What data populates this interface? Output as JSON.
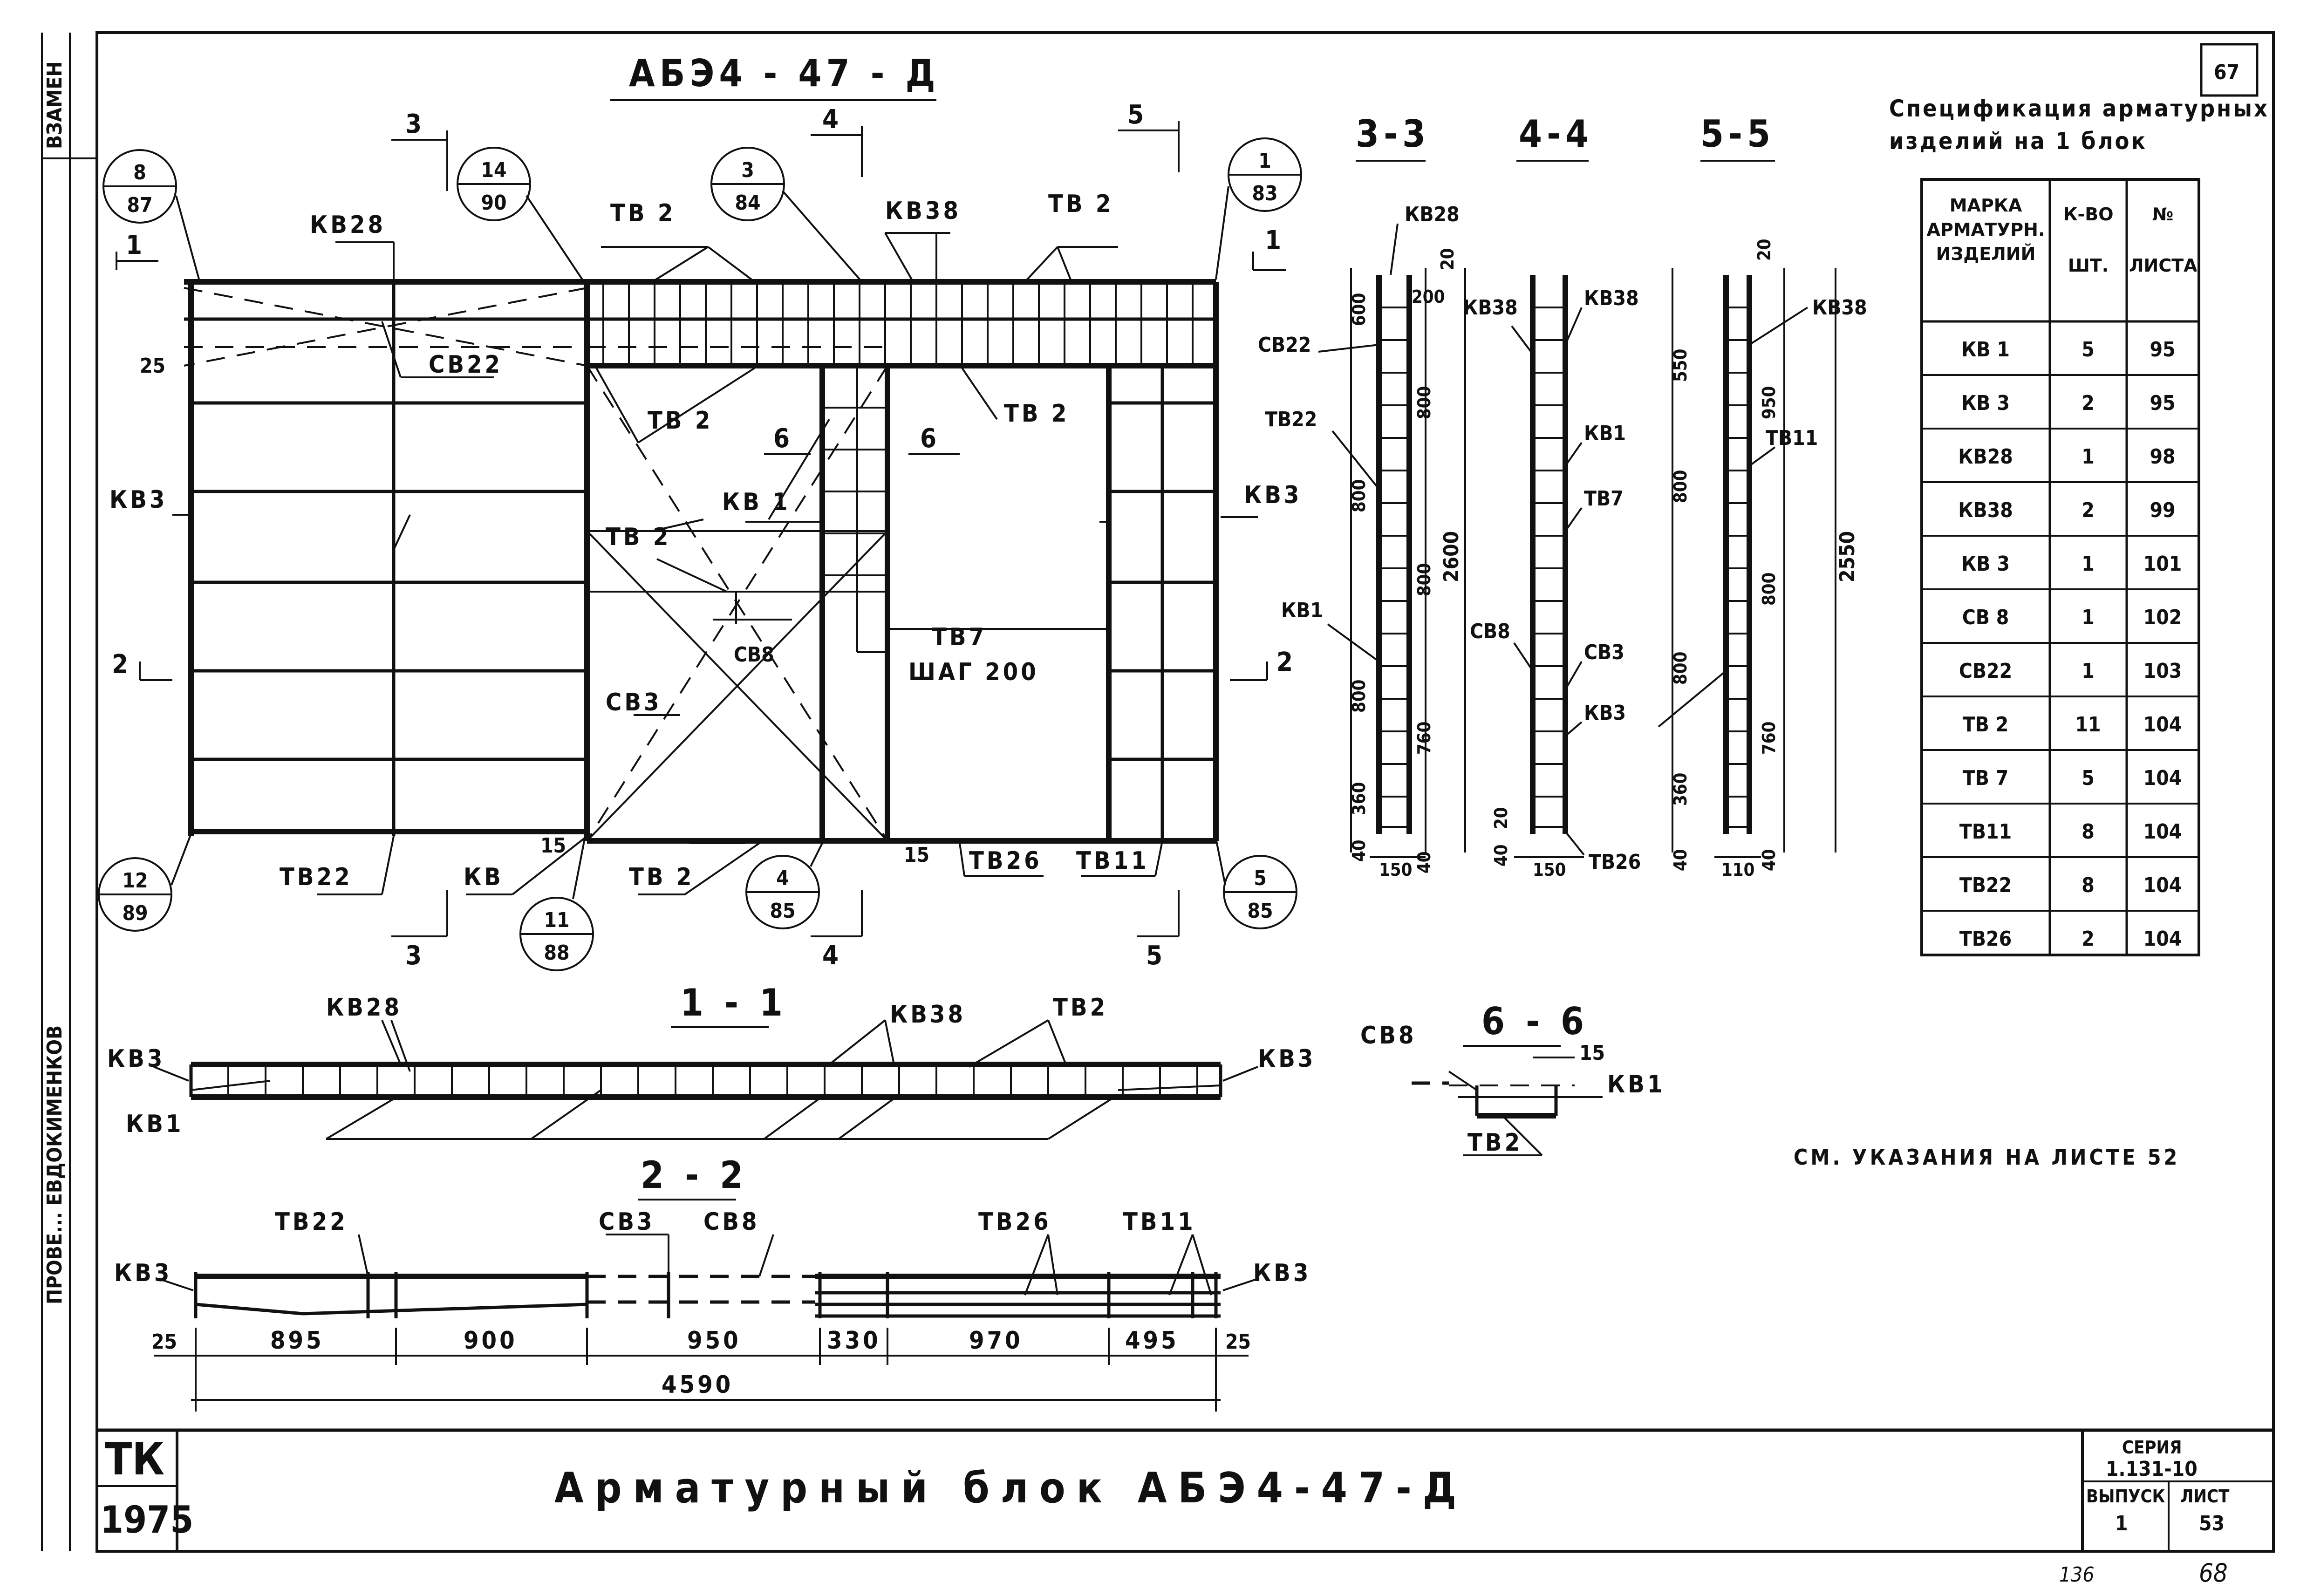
{
  "sheet_number": "67",
  "drawing_title": "АБЭ4 - 47 - Д",
  "section_labels": {
    "s33": "3-3",
    "s44": "4-4",
    "s55": "5-5",
    "s11": "1 - 1",
    "s22": "2 - 2",
    "s66": "6 - 6"
  },
  "cut_markers": [
    "1",
    "1",
    "2",
    "2",
    "3",
    "3",
    "4",
    "4",
    "5",
    "5",
    "6",
    "6"
  ],
  "detail_callouts": [
    {
      "num": "8",
      "sheet": "87"
    },
    {
      "num": "14",
      "sheet": "90"
    },
    {
      "num": "3",
      "sheet": "84"
    },
    {
      "num": "1",
      "sheet": "83"
    },
    {
      "num": "12",
      "sheet": "89"
    },
    {
      "num": "11",
      "sheet": "88"
    },
    {
      "num": "4",
      "sheet": "85"
    },
    {
      "num": "5",
      "sheet": "85"
    }
  ],
  "plan_labels": {
    "kv28": "КВ28",
    "tv2": "ТВ 2",
    "kv38": "КВ38",
    "sv22": "СВ22",
    "kv3": "КВ3",
    "kv1": "КВ 1",
    "sv8": "СВ8",
    "tv7": "ТВ7",
    "tv7_step": "ШАГ 200",
    "sv3": "СВ3",
    "tv22": "ТВ22",
    "kv": "КВ",
    "tv26": "ТВ26",
    "tv11": "ТВ11",
    "dim25": "25",
    "dim15": "15"
  },
  "section33": {
    "labels": [
      "КВ28",
      "СВ22",
      "ТВ22",
      "КВ1"
    ],
    "dims": [
      "20",
      "200",
      "600",
      "800",
      "800",
      "800",
      "800",
      "760",
      "360",
      "40",
      "150",
      "40",
      "2600"
    ]
  },
  "section44": {
    "labels": [
      "КВ38",
      "КВ38",
      "КВ1",
      "ТВ7",
      "СВ8",
      "СВ3",
      "КВ3",
      "ТВ26"
    ],
    "dims": [
      "20",
      "150",
      "40"
    ]
  },
  "section55": {
    "labels": [
      "КВ38",
      "ТВ11"
    ],
    "dims": [
      "20",
      "550",
      "950",
      "800",
      "800",
      "800",
      "760",
      "360",
      "40",
      "110",
      "40",
      "2550"
    ]
  },
  "section11": {
    "labels": [
      "КВ28",
      "КВ38",
      "ТВ2",
      "КВ3",
      "КВ3",
      "КВ1"
    ]
  },
  "section22": {
    "labels": [
      "ТВ22",
      "СВ3",
      "СВ8",
      "ТВ26",
      "ТВ11",
      "КВ3",
      "КВ3"
    ],
    "dims": [
      "25",
      "895",
      "900",
      "950",
      "330",
      "970",
      "495",
      "25"
    ],
    "total": "4590"
  },
  "section66": {
    "labels": [
      "СВ8",
      "КВ1",
      "ТВ2"
    ],
    "dim": "15"
  },
  "spec": {
    "title_line1": "Спецификация арматурных",
    "title_line2": "изделий на 1 блок",
    "headers": [
      "МАРКА АРМАТУРН. ИЗДЕЛИЙ",
      "К-ВО ШТ.",
      "№ ЛИСТА"
    ],
    "rows": [
      [
        "КВ 1",
        "5",
        "95"
      ],
      [
        "КВ 3",
        "2",
        "95"
      ],
      [
        "КВ28",
        "1",
        "98"
      ],
      [
        "КВ38",
        "2",
        "99"
      ],
      [
        "КВ 3",
        "1",
        "101"
      ],
      [
        "СВ 8",
        "1",
        "102"
      ],
      [
        "СВ22",
        "1",
        "103"
      ],
      [
        "ТВ 2",
        "11",
        "104"
      ],
      [
        "ТВ 7",
        "5",
        "104"
      ],
      [
        "ТВ11",
        "8",
        "104"
      ],
      [
        "ТВ22",
        "8",
        "104"
      ],
      [
        "ТВ26",
        "2",
        "104"
      ]
    ]
  },
  "note": "СМ. УКАЗАНИЯ НА ЛИСТЕ 52",
  "title_block": {
    "org": "ТК",
    "year": "1975",
    "title": "Арматурный блок АБЭ4-47-Д",
    "series_label": "СЕРИЯ",
    "series": "1.131-10",
    "issue_label": "ВЫПУСК",
    "issue": "1",
    "sheet_label": "ЛИСТ",
    "sheet": "53"
  },
  "margin_text": {
    "top": "ВЗАМЕН",
    "side": "ПРОВЕ... ЕВДОКИМЕНКОВ"
  },
  "footer_numbers": [
    "136",
    "68"
  ]
}
